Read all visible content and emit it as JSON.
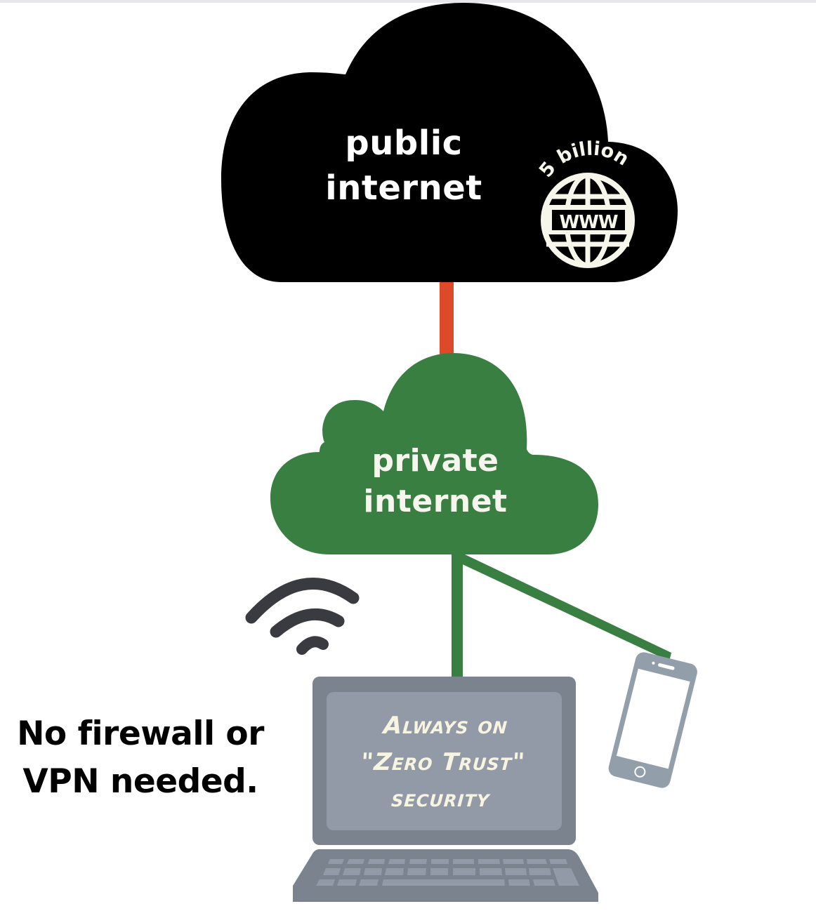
{
  "diagram": {
    "public_cloud": {
      "label_line1": "public",
      "label_line2": "internet",
      "color": "#000000",
      "badge": {
        "caption": "5 billion",
        "icon_text": "WWW",
        "icon": "globe-www-icon",
        "color": "#f7f6ea"
      }
    },
    "connector_public_private": {
      "color": "#dc4a2a"
    },
    "private_cloud": {
      "label_line1": "private",
      "label_line2": "internet",
      "color": "#3a7f42"
    },
    "connectors_private_devices": {
      "color": "#3a7f42"
    },
    "wifi": {
      "icon": "wifi-icon",
      "color": "#3a3b40"
    },
    "laptop": {
      "icon": "laptop-icon",
      "frame_color": "#7b848e",
      "screen_color": "#939aa7",
      "screen_text_line1": "Always on",
      "screen_text_line2": "\"Zero Trust\"",
      "screen_text_line3": "security"
    },
    "phone": {
      "icon": "smartphone-icon",
      "color": "#939eab"
    },
    "side_note": {
      "line1": "No firewall or",
      "line2": "VPN needed."
    }
  }
}
